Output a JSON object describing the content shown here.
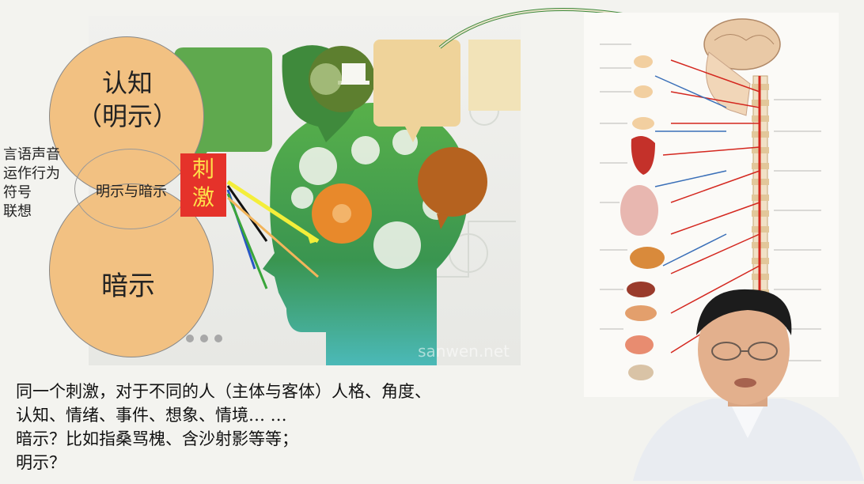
{
  "diagram": {
    "top_circle_line1": "认知",
    "top_circle_line2": "（明示）",
    "middle_overlap": "明示与暗示",
    "bottom_circle": "暗示",
    "stimulus_line1": "刺",
    "stimulus_line2": "激",
    "left_list": [
      "言语声音",
      "运作行为",
      "符号",
      "联想"
    ]
  },
  "image": {
    "watermark": "sanwen.net"
  },
  "body_text": {
    "line1": "同一个刺激，对于不同的人（主体与客体）人格、角度、",
    "line2": "认知、情绪、事件、想象、情境… …",
    "line3": "暗示？比如指桑骂槐、含沙射影等等；",
    "line4": "明示？"
  },
  "colors": {
    "venn_fill": "#f2c182",
    "stimulus_bg": "#e5322a",
    "stimulus_text": "#ffe14a",
    "head_green": "#3f9a3c",
    "gear_orange": "#e8892b"
  }
}
